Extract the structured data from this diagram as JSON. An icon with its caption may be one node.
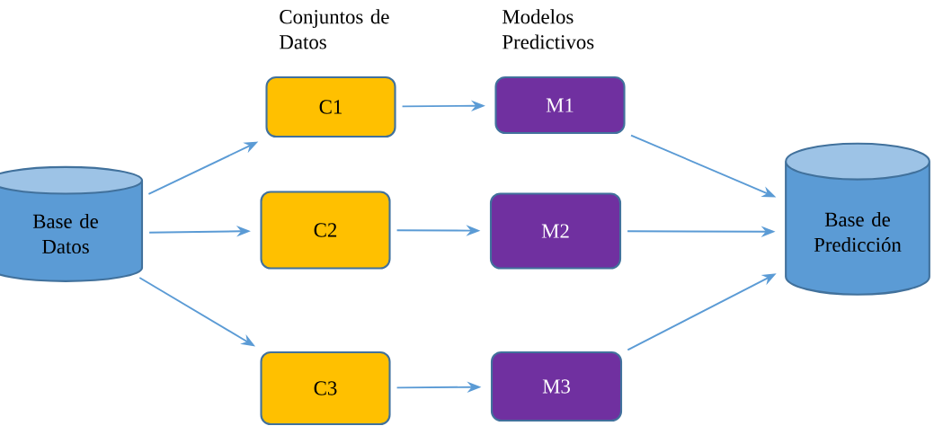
{
  "diagram": {
    "nodes": [
      {
        "text": [
          "Base de Datos"
        ]
      },
      {
        "text": [
          "C1"
        ]
      },
      {
        "text": [
          "C2"
        ]
      },
      {
        "text": [
          "C3"
        ]
      },
      {
        "text": [
          "M1"
        ]
      },
      {
        "text": [
          "M2"
        ]
      },
      {
        "text": [
          "M3"
        ]
      },
      {
        "text": [
          "Base de Predicción"
        ]
      }
    ],
    "edges": [
      {
        "from": 0,
        "to": 1,
        "arrow": "to"
      },
      {
        "from": 0,
        "to": 2,
        "arrow": "to"
      },
      {
        "from": 0,
        "to": 3,
        "arrow": "to"
      },
      {
        "from": 1,
        "to": 4,
        "arrow": "to"
      },
      {
        "from": 2,
        "to": 5,
        "arrow": "to"
      },
      {
        "from": 3,
        "to": 6,
        "arrow": "to"
      },
      {
        "from": 4,
        "to": 7,
        "arrow": "to"
      },
      {
        "from": 5,
        "to": 7,
        "arrow": "to"
      },
      {
        "from": 6,
        "to": 7,
        "arrow": "to"
      }
    ],
    "labels": [
      "Conjuntos de Datos",
      "Modelos Predictivos"
    ]
  }
}
